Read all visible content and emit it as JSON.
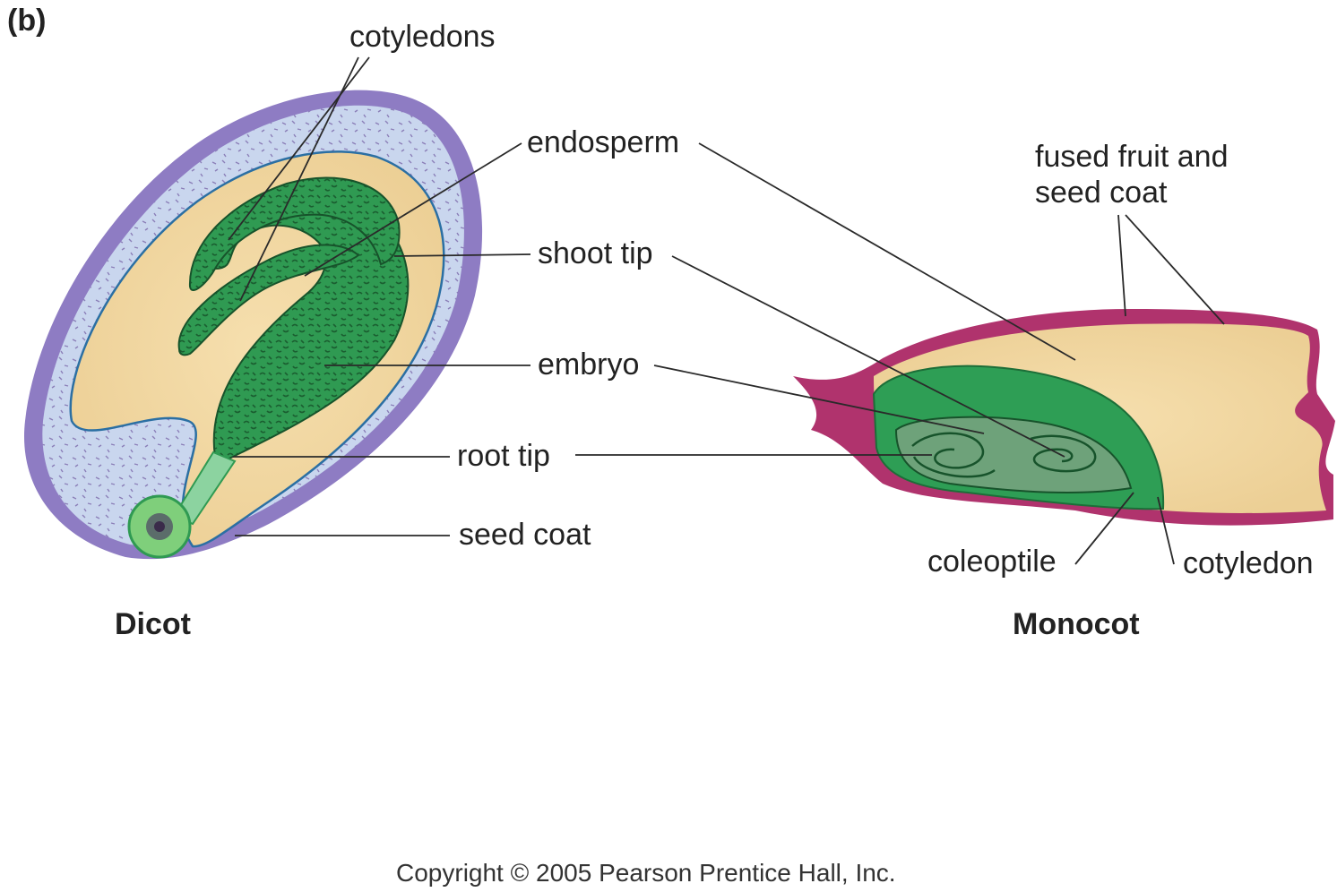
{
  "panel_label": "(b)",
  "dicot": {
    "title": "Dicot",
    "labels": {
      "cotyledons": "cotyledons",
      "endosperm": "endosperm",
      "shoot_tip": "shoot tip",
      "embryo": "embryo",
      "root_tip": "root tip",
      "seed_coat": "seed coat"
    }
  },
  "monocot": {
    "title": "Monocot",
    "labels": {
      "fused_line1": "fused fruit and",
      "fused_line2": "seed coat",
      "coleoptile": "coleoptile",
      "cotyledon": "cotyledon"
    }
  },
  "copyright": "Copyright © 2005 Pearson Prentice Hall, Inc.",
  "colors": {
    "dicot_coat": "#8e7cc3",
    "dicot_inner": "#c5d3ec",
    "endosperm": "#f3d9a4",
    "embryo_green": "#2e9e55",
    "embryo_dark": "#1c6e38",
    "monocot_coat": "#b0336d",
    "monocot_endosperm": "#f1c57d"
  }
}
